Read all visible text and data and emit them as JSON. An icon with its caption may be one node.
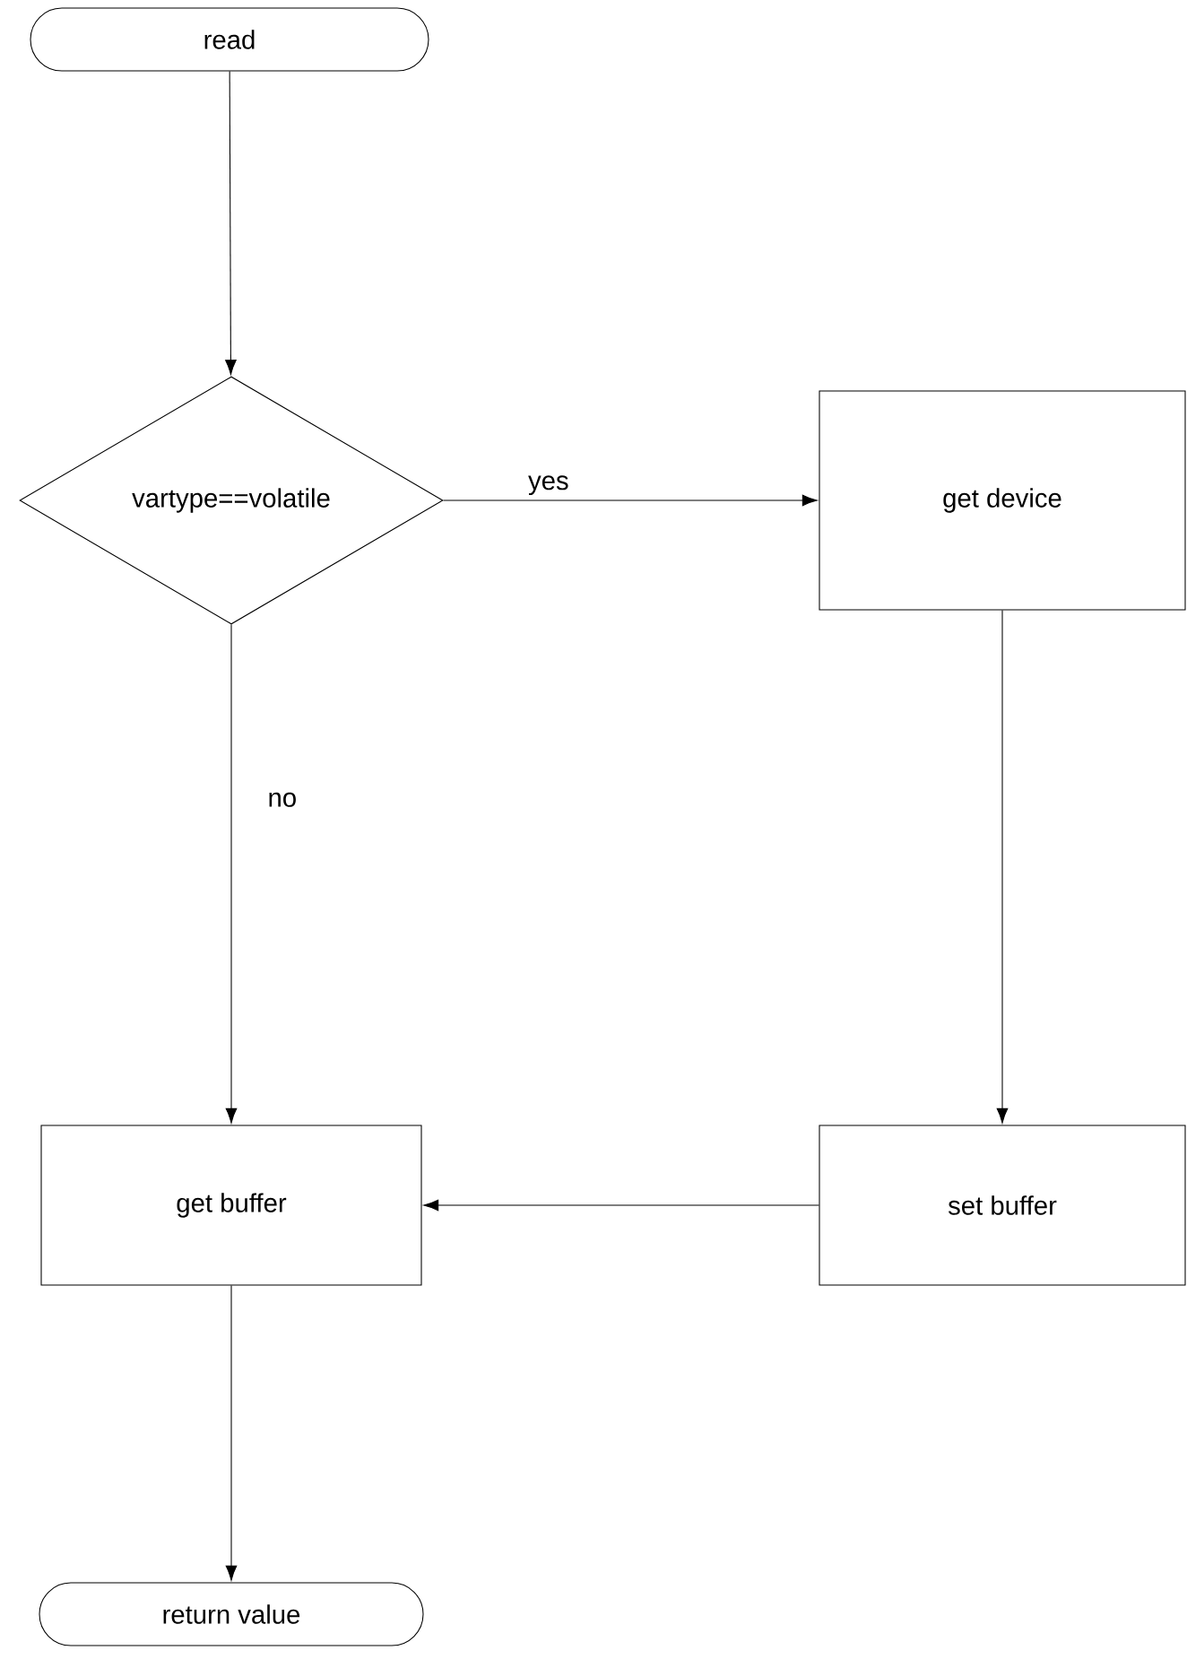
{
  "diagram": {
    "nodes": [
      {
        "text": [
          "read"
        ]
      },
      {
        "text": [
          "vartype==volatile"
        ]
      },
      {
        "text": [
          "get device"
        ]
      },
      {
        "text": [
          "get buffer"
        ]
      },
      {
        "text": [
          "set buffer"
        ]
      },
      {
        "text": [
          "return value"
        ]
      }
    ],
    "edges": [
      {
        "from": 0,
        "to": 1,
        "arrow": "to"
      },
      {
        "from": 1,
        "to": 2,
        "arrow": "to",
        "label": "yes"
      },
      {
        "from": 1,
        "to": 3,
        "arrow": "to",
        "label": "no"
      },
      {
        "from": 2,
        "to": 4,
        "arrow": "to"
      },
      {
        "from": 4,
        "to": 3,
        "arrow": "to"
      },
      {
        "from": 3,
        "to": 5,
        "arrow": "to"
      }
    ]
  }
}
